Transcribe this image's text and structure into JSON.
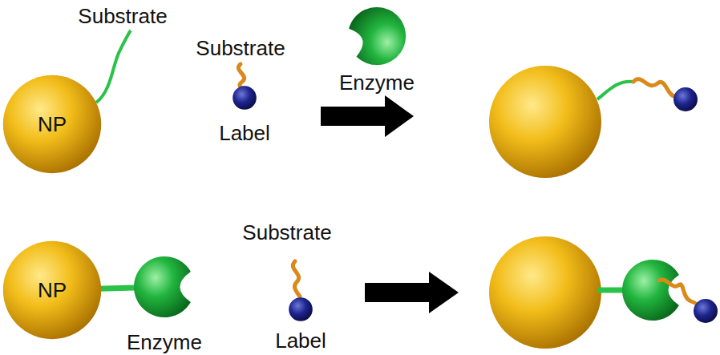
{
  "diagram": {
    "nodes": [
      {
        "text": [
          "NP"
        ]
      },
      {
        "text": [
          "Label"
        ]
      },
      {
        "text": [
          "Enzyme"
        ]
      },
      {
        "text": [
          "NP"
        ]
      },
      {
        "text": [
          "Enzyme"
        ]
      },
      {
        "text": [
          "Label"
        ]
      }
    ],
    "edges": [
      {
        "from": 3,
        "to": 4,
        "arrow": "none"
      }
    ],
    "labels": [
      "Substrate",
      "Substrate",
      "Substrate"
    ]
  }
}
